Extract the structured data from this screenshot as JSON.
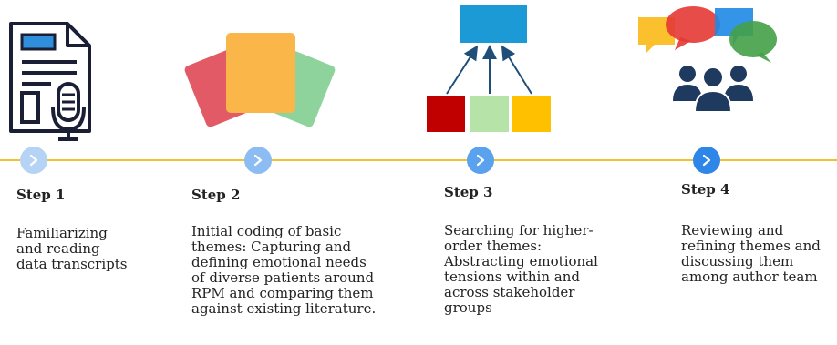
{
  "colors": {
    "timeline": "#f2c12e",
    "node_step1": "#b5d4f5",
    "node_step2": "#8cbcf2",
    "node_step3": "#5aa2ee",
    "node_step4": "#2d86e8"
  },
  "steps": [
    {
      "title": "Step 1",
      "description": "Familiarizing\nand reading\ndata transcripts",
      "icon": "document-microphone-icon"
    },
    {
      "title": "Step 2",
      "description": "Initial coding of basic\nthemes: Capturing and\ndefining emotional needs\nof diverse patients around\nRPM and comparing them\nagainst existing literature.",
      "icon": "colored-cards-icon"
    },
    {
      "title": "Step 3",
      "description": "Searching for higher-\norder themes:\nAbstracting emotional\ntensions within and\nacross stakeholder\ngroups",
      "icon": "hierarchy-boxes-icon"
    },
    {
      "title": "Step 4",
      "description": "Reviewing and\nrefining themes and\ndiscussing them\namong author team",
      "icon": "team-discussion-icon"
    }
  ]
}
